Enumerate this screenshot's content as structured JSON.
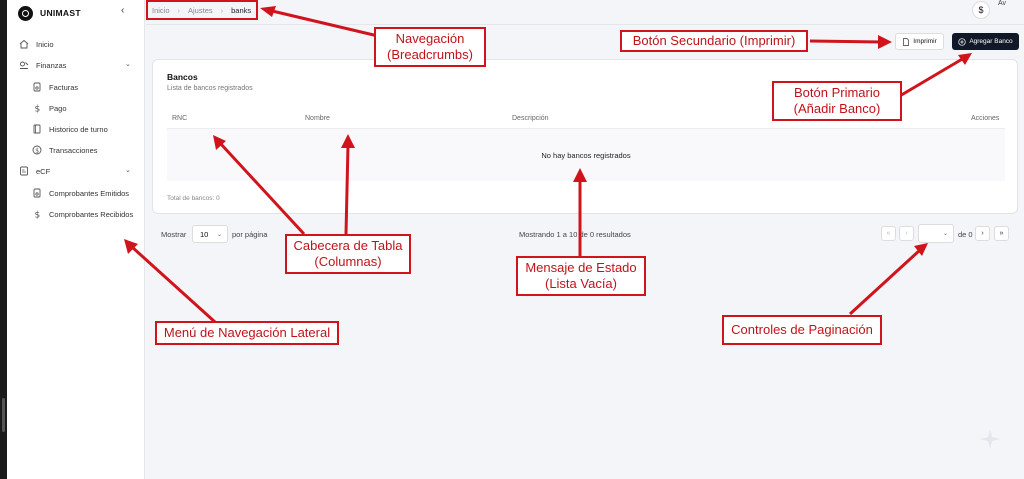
{
  "brand": {
    "name": "UNIMAST",
    "collapse_icon": "chevron-left-icon"
  },
  "sidebar": {
    "items": [
      {
        "label": "Inicio",
        "icon": "home-icon"
      },
      {
        "label": "Finanzas",
        "icon": "finance-icon"
      },
      {
        "label": "Facturas",
        "icon": "invoice-icon"
      },
      {
        "label": "Pago",
        "icon": "dollar-icon"
      },
      {
        "label": "Historico de turno",
        "icon": "book-icon"
      },
      {
        "label": "Transacciones",
        "icon": "coin-icon"
      },
      {
        "label": "eCF",
        "icon": "ecf-icon"
      },
      {
        "label": "Comprobantes Emitidos",
        "icon": "receipt-icon"
      },
      {
        "label": "Comprobantes Recibidos",
        "icon": "dollar-icon"
      }
    ]
  },
  "breadcrumb": {
    "items": [
      "Inicio",
      "Ajustes",
      "banks"
    ]
  },
  "header": {
    "currency_symbol": "$",
    "avatar_alt": "Av"
  },
  "actions": {
    "print_label": "Imprimir",
    "add_label": "Agregar Banco"
  },
  "card": {
    "title": "Bancos",
    "subtitle": "Lista de bancos registrados",
    "columns": [
      "RNC",
      "Nombre",
      "Descripción",
      "Acciones"
    ],
    "empty_message": "No hay bancos registrados",
    "total": "Total de bancos: 0"
  },
  "pagination": {
    "show_label": "Mostrar",
    "page_size": "10",
    "per_page_label": "por página",
    "summary": "Mostrando 1 a 10 de 0 resultados",
    "of_label": "de 0",
    "first_icon": "double-chevron-left-icon",
    "prev_icon": "chevron-left-icon",
    "next_icon": "chevron-right-icon",
    "last_icon": "double-chevron-right-icon"
  },
  "annotations": {
    "breadcrumbs": [
      "Navegación",
      "(Breadcrumbs)"
    ],
    "secondary": "Botón Secundario (Imprimir)",
    "primary": [
      "Botón Primario",
      "(Añadir Banco)"
    ],
    "table_header": [
      "Cabecera de Tabla",
      "(Columnas)"
    ],
    "status": [
      "Mensaje de Estado",
      "(Lista Vacía)"
    ],
    "sidebar": "Menú de Navegación Lateral",
    "pagination": "Controles de Paginación"
  },
  "colors": {
    "annotation_red": "#d0141c",
    "primary_button": "#111827"
  }
}
